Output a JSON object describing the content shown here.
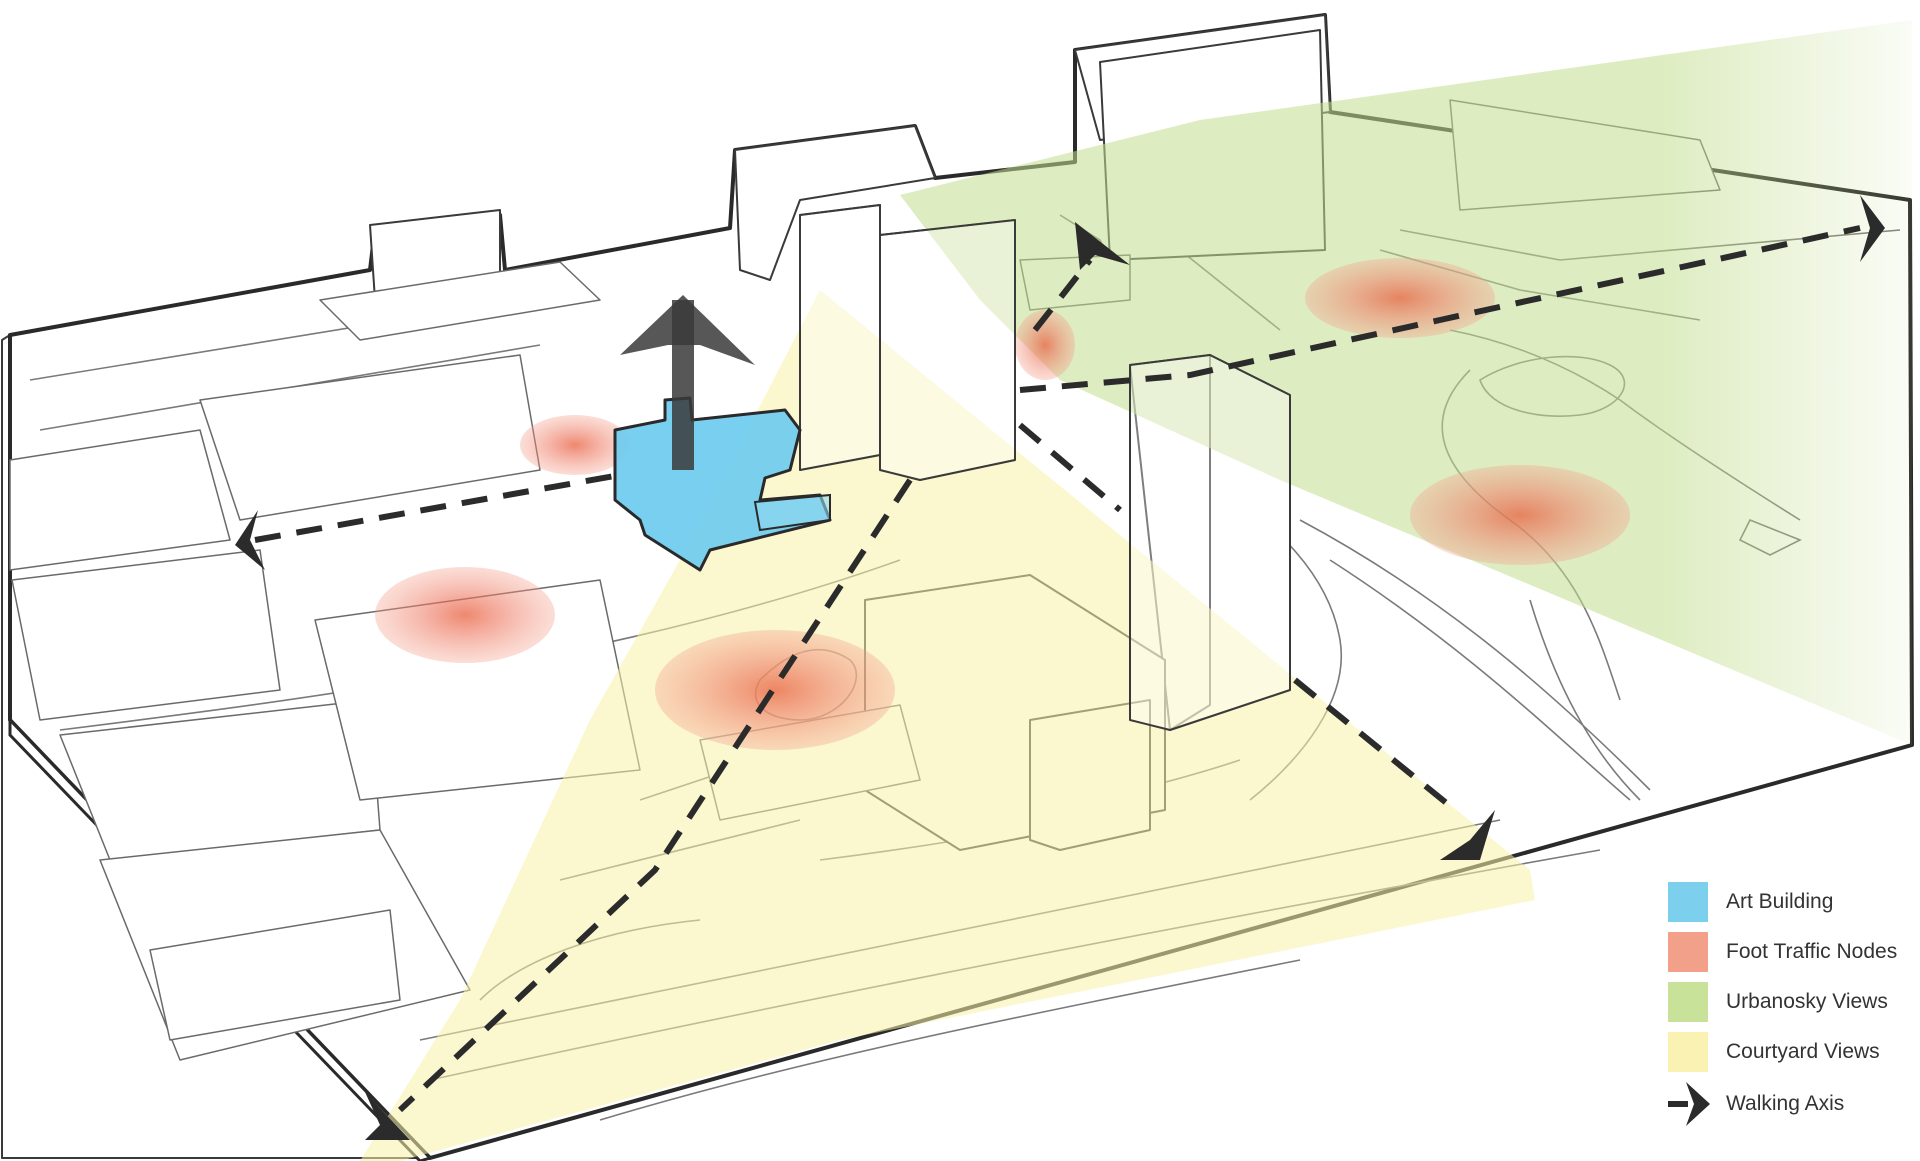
{
  "legend": {
    "items": [
      {
        "key": "art-building",
        "label": "Art Building",
        "color": "#7dcfee"
      },
      {
        "key": "foot-traffic-nodes",
        "label": "Foot Traffic Nodes",
        "color": "#f2a08a"
      },
      {
        "key": "urbanosky-views",
        "label": "Urbanosky Views",
        "color": "#c9e29a"
      },
      {
        "key": "courtyard-views",
        "label": "Courtyard Views",
        "color": "#faf2b2"
      }
    ],
    "walking_axis_label": "Walking Axis",
    "walking_axis_icon": "walking-axis-arrow-icon"
  },
  "colors": {
    "art_building": "#6ecbef",
    "foot_traffic": "#ef7e68",
    "urbanosky": "#c2dd8e",
    "courtyard": "#f8f0a8",
    "axis": "#2b2b2b",
    "outline": "#3a3a3a"
  }
}
